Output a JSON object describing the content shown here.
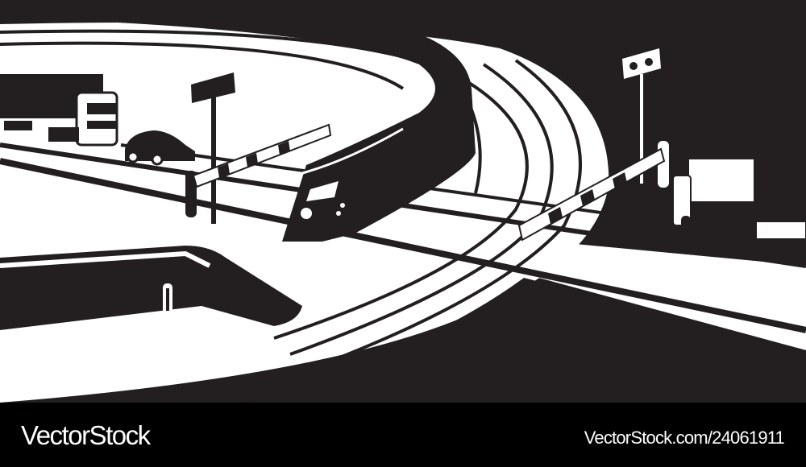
{
  "illustration": {
    "subject": "Maglev train crossing a road with barrier gates",
    "elements": [
      "maglev-train",
      "curved-track",
      "road",
      "truck-left",
      "car",
      "truck-right",
      "barrier-gate-left",
      "barrier-gate-right",
      "sign-post",
      "traffic-light"
    ],
    "colors": {
      "dark": "#231f20",
      "light": "#ffffff"
    }
  },
  "footer": {
    "brand": "VectorStock",
    "reference": "VectorStock.com/24061911"
  }
}
